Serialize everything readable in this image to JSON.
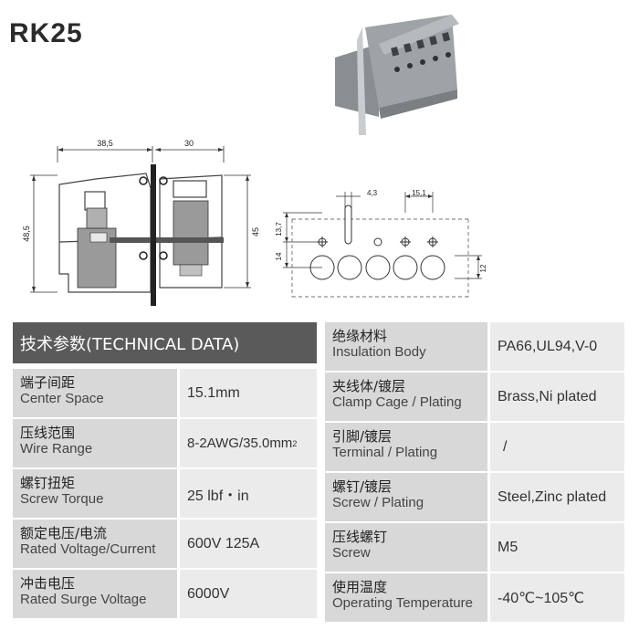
{
  "title": "RK25",
  "product_photo": {
    "description_icon": "terminal-block-photo-icon"
  },
  "drawing_side": {
    "dim_width_left": "38,5",
    "dim_width_right": "30",
    "dim_height_left": "48,5",
    "dim_height_right": "45"
  },
  "drawing_pins": {
    "dim_hole_width": "4,3",
    "dim_pitch": "15,1",
    "dim_top": "13,7",
    "dim_mid": "14",
    "dim_right": "12"
  },
  "table": {
    "header": "技术参数(TECHNICAL DATA)",
    "left_rows": [
      {
        "zh": "端子间距",
        "en": "Center Space",
        "value": "15.1mm"
      },
      {
        "zh": "压线范围",
        "en": "Wire Range",
        "value": "8-2AWG/35.0mm",
        "sup": "2"
      },
      {
        "zh": "螺钉扭矩",
        "en": "Screw Torque",
        "value": "25 lbf・in"
      },
      {
        "zh": "额定电压/电流",
        "en": "Rated Voltage/Current",
        "value": "600V 125A"
      },
      {
        "zh": "冲击电压",
        "en": "Rated Surge Voltage",
        "value": "6000V"
      }
    ],
    "right_rows": [
      {
        "zh": "绝缘材料",
        "en": "Insulation Body",
        "value": "PA66,UL94,V-0"
      },
      {
        "zh": "夹线体/镀层",
        "en": "Clamp Cage / Plating",
        "value": "Brass,Ni plated"
      },
      {
        "zh": "引脚/镀层",
        "en": "Terminal / Plating",
        "value": "/"
      },
      {
        "zh": "螺钉/镀层",
        "en": "Screw / Plating",
        "value": "Steel,Zinc plated"
      },
      {
        "zh": "压线螺钉",
        "en": "Screw",
        "value": "M5"
      },
      {
        "zh": "使用温度",
        "en": "Operating Temperature",
        "value": "-40℃~105℃"
      }
    ]
  }
}
